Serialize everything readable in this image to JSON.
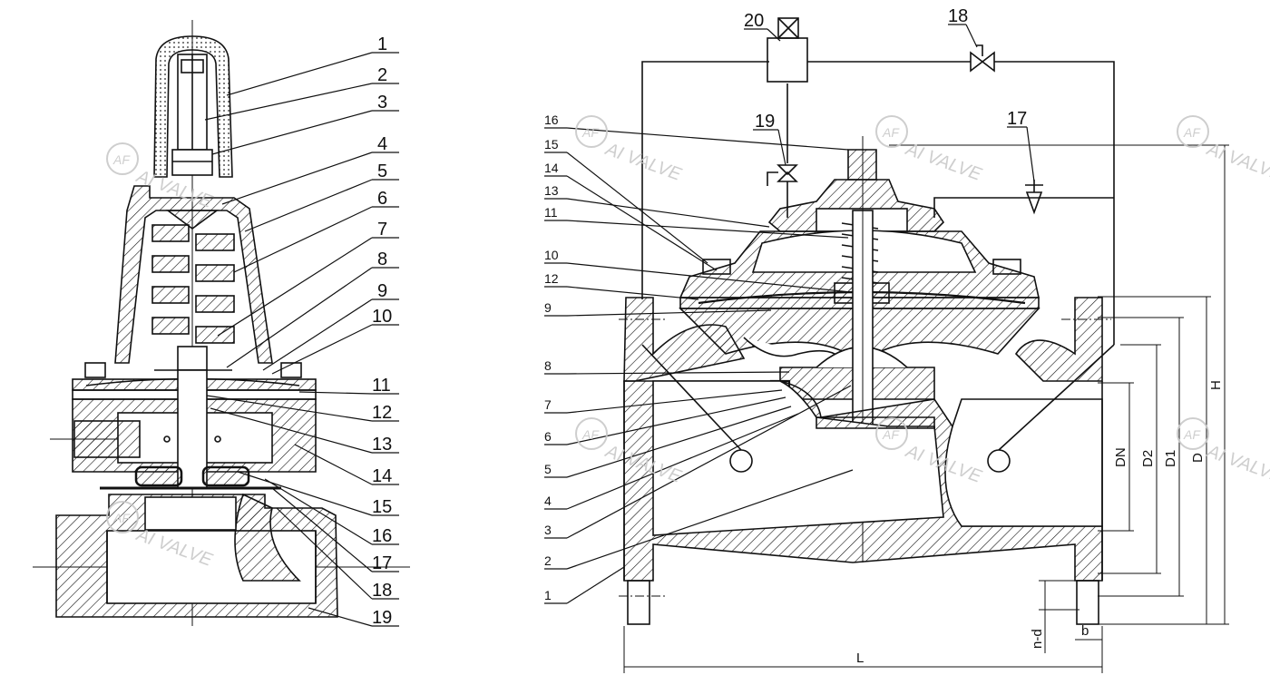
{
  "left_diagram": {
    "callouts": [
      "1",
      "2",
      "3",
      "4",
      "5",
      "6",
      "7",
      "8",
      "9",
      "10",
      "11",
      "12",
      "13",
      "14",
      "15",
      "16",
      "17",
      "18",
      "19"
    ]
  },
  "right_diagram": {
    "callouts_left": [
      "16",
      "15",
      "14",
      "13",
      "11",
      "10",
      "12",
      "9",
      "8",
      "7",
      "6",
      "5",
      "4",
      "3",
      "2",
      "1"
    ],
    "callouts_top": [
      "20",
      "19",
      "18",
      "17"
    ],
    "dimensions": {
      "dn": "DN",
      "d2": "D2",
      "d1": "D1",
      "d": "D",
      "h": "H",
      "l": "L",
      "b": "b",
      "nd": "n-d"
    }
  },
  "watermark": {
    "logo": "AF",
    "text": "AI VALVE"
  },
  "colors": {
    "line": "#111111",
    "watermark": "#c9c9c9"
  }
}
